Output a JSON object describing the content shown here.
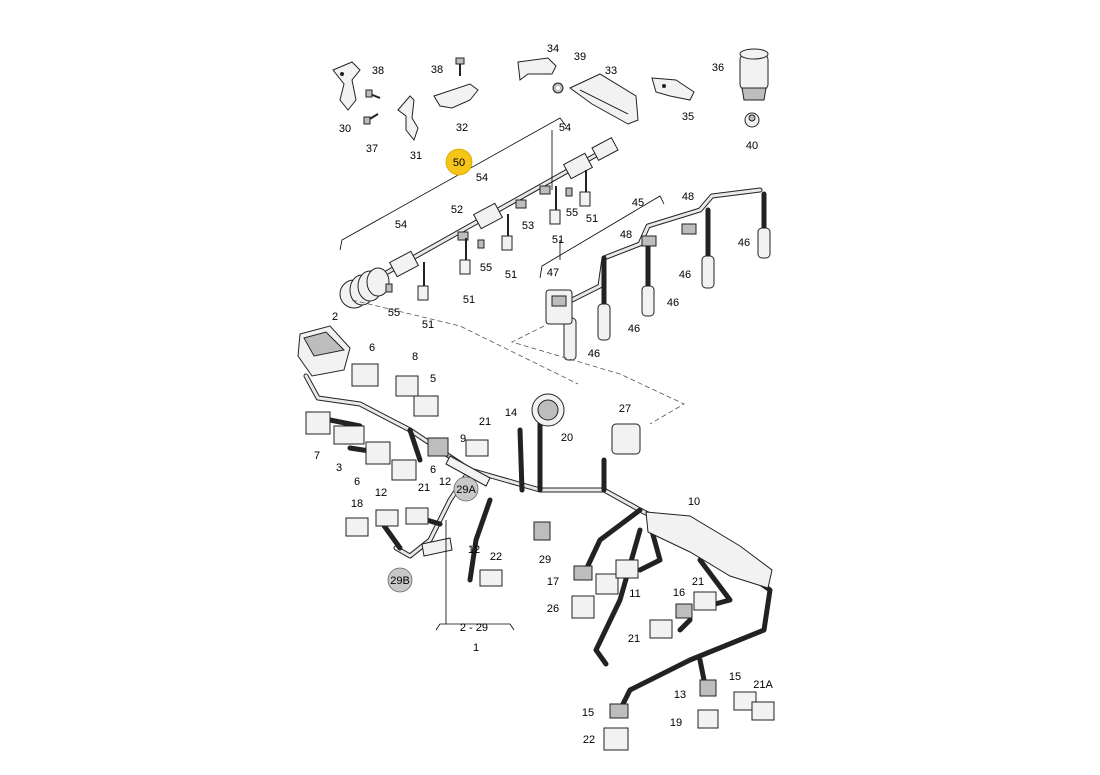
{
  "callouts": [
    {
      "id": "c50",
      "label": "50"
    },
    {
      "id": "c30",
      "label": "30"
    },
    {
      "id": "c38a",
      "label": "38"
    },
    {
      "id": "c37",
      "label": "37"
    },
    {
      "id": "c31",
      "label": "31"
    },
    {
      "id": "c38b",
      "label": "38"
    },
    {
      "id": "c32",
      "label": "32"
    },
    {
      "id": "c34",
      "label": "34"
    },
    {
      "id": "c39",
      "label": "39"
    },
    {
      "id": "c33",
      "label": "33"
    },
    {
      "id": "c35",
      "label": "35"
    },
    {
      "id": "c36",
      "label": "36"
    },
    {
      "id": "c40",
      "label": "40"
    },
    {
      "id": "c54a",
      "label": "54"
    },
    {
      "id": "c54b",
      "label": "54"
    },
    {
      "id": "c54c",
      "label": "54"
    },
    {
      "id": "c52",
      "label": "52"
    },
    {
      "id": "c53",
      "label": "53"
    },
    {
      "id": "c55a",
      "label": "55"
    },
    {
      "id": "c55b",
      "label": "55"
    },
    {
      "id": "c55c",
      "label": "55"
    },
    {
      "id": "c51a",
      "label": "51"
    },
    {
      "id": "c51b",
      "label": "51"
    },
    {
      "id": "c51c",
      "label": "51"
    },
    {
      "id": "c51d",
      "label": "51"
    },
    {
      "id": "c51e",
      "label": "51"
    },
    {
      "id": "c45",
      "label": "45"
    },
    {
      "id": "c48a",
      "label": "48"
    },
    {
      "id": "c48b",
      "label": "48"
    },
    {
      "id": "c47",
      "label": "47"
    },
    {
      "id": "c46a",
      "label": "46"
    },
    {
      "id": "c46b",
      "label": "46"
    },
    {
      "id": "c46c",
      "label": "46"
    },
    {
      "id": "c46d",
      "label": "46"
    },
    {
      "id": "c46e",
      "label": "46"
    },
    {
      "id": "c2",
      "label": "2"
    },
    {
      "id": "c6a",
      "label": "6"
    },
    {
      "id": "c8",
      "label": "8"
    },
    {
      "id": "c5",
      "label": "5"
    },
    {
      "id": "c9",
      "label": "9"
    },
    {
      "id": "c7",
      "label": "7"
    },
    {
      "id": "c3",
      "label": "3"
    },
    {
      "id": "c6b",
      "label": "6"
    },
    {
      "id": "c6c",
      "label": "6"
    },
    {
      "id": "c14",
      "label": "14"
    },
    {
      "id": "c20",
      "label": "20"
    },
    {
      "id": "c21a",
      "label": "21"
    },
    {
      "id": "c27",
      "label": "27"
    },
    {
      "id": "c12a",
      "label": "12"
    },
    {
      "id": "c12b",
      "label": "12"
    },
    {
      "id": "c21b",
      "label": "21"
    },
    {
      "id": "c18",
      "label": "18"
    },
    {
      "id": "c12c",
      "label": "12"
    },
    {
      "id": "c22a",
      "label": "22"
    },
    {
      "id": "c29",
      "label": "29"
    },
    {
      "id": "c10",
      "label": "10"
    },
    {
      "id": "c17",
      "label": "17"
    },
    {
      "id": "c26",
      "label": "26"
    },
    {
      "id": "c11",
      "label": "11"
    },
    {
      "id": "c21c",
      "label": "21"
    },
    {
      "id": "c16",
      "label": "16"
    },
    {
      "id": "c21d",
      "label": "21"
    },
    {
      "id": "c15a",
      "label": "15"
    },
    {
      "id": "c21A",
      "label": "21A"
    },
    {
      "id": "c13",
      "label": "13"
    },
    {
      "id": "c15b",
      "label": "15"
    },
    {
      "id": "c19",
      "label": "19"
    },
    {
      "id": "c22b",
      "label": "22"
    },
    {
      "id": "c229",
      "label": "2 - 29"
    },
    {
      "id": "c1",
      "label": "1"
    }
  ],
  "bubbles": [
    {
      "id": "b29A",
      "label": "29A"
    },
    {
      "id": "b29B",
      "label": "29B"
    }
  ],
  "colors": {
    "highlight": "#f5c518",
    "bubble": "#c8c8c8",
    "line": "#222222"
  }
}
